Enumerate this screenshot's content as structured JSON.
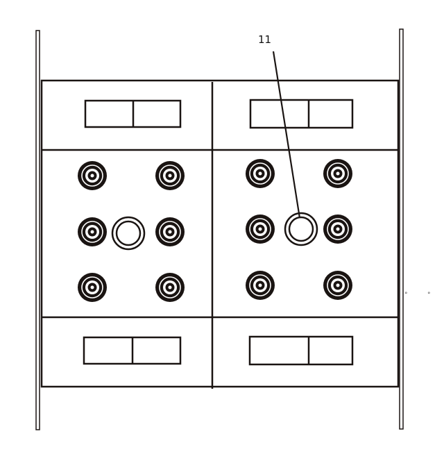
{
  "callout": {
    "label": "11"
  },
  "side_marks": [
    "°",
    "°"
  ],
  "colors": {
    "stroke": "#1a1412",
    "connector_fill": "#1a1412",
    "background": "#ffffff"
  },
  "panel": {
    "columns": 2,
    "rows": [
      "upper-switch-row",
      "connector-row",
      "lower-switch-row"
    ],
    "connectors_per_panel": 6,
    "center_ports_per_panel": 1
  }
}
